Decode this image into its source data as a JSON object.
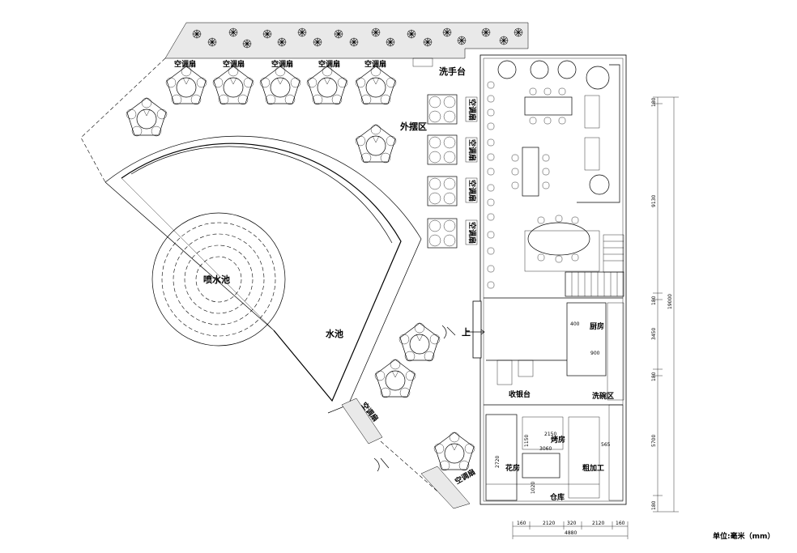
{
  "labels": {
    "ac_fan": "空调扇",
    "wash_basin": "洗手台",
    "outdoor_area": "外摆区",
    "fountain": "喷水池",
    "pool": "水池",
    "up": "上",
    "kitchen": "厨房",
    "cashier": "收银台",
    "washing_area": "洗碗区",
    "bbq_room": "烤房",
    "flower_room": "花房",
    "rough_processing": "粗加工",
    "warehouse": "仓库",
    "unit_note": "单位:毫米（mm）"
  },
  "dimensions": {
    "vertical": [
      "180",
      "9130",
      "180",
      "3450",
      "180",
      "5700",
      "180"
    ],
    "vertical_total": "19000",
    "horizontal": [
      "160",
      "2120",
      "320",
      "2120",
      "160"
    ],
    "horizontal_total": "4880",
    "inner": [
      "2150",
      "1150",
      "2720",
      "3060",
      "1020",
      "565",
      "400",
      "900"
    ]
  }
}
